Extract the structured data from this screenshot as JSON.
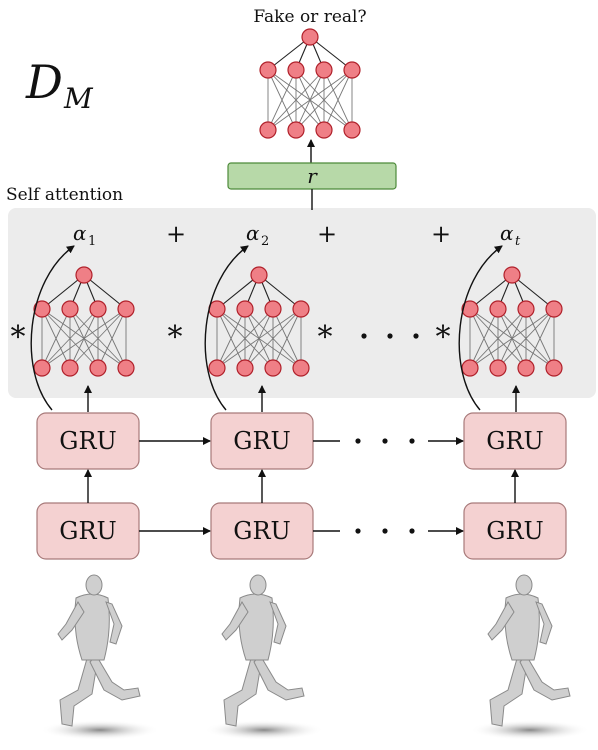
{
  "discriminator_symbol": {
    "script": "D",
    "subscript": "M"
  },
  "output_label": "Fake or real?",
  "r_label": "r",
  "self_attention_label": "Self attention",
  "alphas": [
    {
      "base": "α",
      "sub": "1"
    },
    {
      "base": "α",
      "sub": "2"
    },
    {
      "base": "α",
      "sub": "t"
    }
  ],
  "plus_sign": "+",
  "star_sign": "*",
  "gru_label": "GRU",
  "colors": {
    "neuron_fill": "#ef7f86",
    "neuron_stroke": "#b0202a",
    "gru_fill": "#f4d1d1",
    "gru_stroke": "#a87a7a",
    "r_box_fill": "#b7d9a8",
    "r_box_stroke": "#4d8a3a",
    "attention_panel": "#ececec"
  }
}
